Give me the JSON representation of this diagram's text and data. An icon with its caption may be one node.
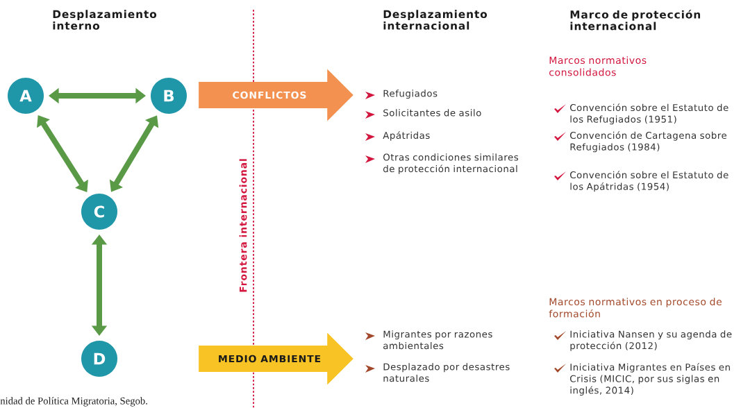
{
  "diagram": {
    "nodes": [
      {
        "text": [
          "A"
        ]
      },
      {
        "text": [
          "B"
        ]
      },
      {
        "text": [
          "C"
        ]
      },
      {
        "text": [
          "D"
        ]
      },
      {
        "text": [
          "CONFLICTOS"
        ]
      },
      {
        "text": [
          "MEDIO AMBIENTE"
        ]
      }
    ],
    "edges": [
      {
        "from": 0,
        "to": 1,
        "arrow": "both"
      },
      {
        "from": 0,
        "to": 2,
        "arrow": "both"
      },
      {
        "from": 1,
        "to": 2,
        "arrow": "both"
      },
      {
        "from": 2,
        "to": 3,
        "arrow": "both"
      }
    ],
    "labels": [
      "Desplazamiento interno",
      "Desplazamiento internacional",
      "Marco de protección internacional",
      "Marcos normativos consolidados",
      "Refugiados",
      "Solicitantes de asilo",
      "Apátridas",
      "Otras condiciones similares de protección internacional",
      "Convención sobre el Estatuto de los Refugiados (1951)",
      "Convención de Cartagena sobre Refugiados (1984)",
      "Convención sobre el Estatuto de los Apátridas (1954)",
      "Frontera internacional",
      "Marcos normativos en proceso de formación",
      "Migrantes por razones ambientales",
      "Desplazado por desastres naturales",
      "Iniciativa Nansen y su agenda de protección (2012)",
      "Iniciativa Migrantes en Países en Crisis (MICIC, por sus siglas en inglés, 2014)",
      "nidad de Política Migratoria, Segob."
    ]
  }
}
